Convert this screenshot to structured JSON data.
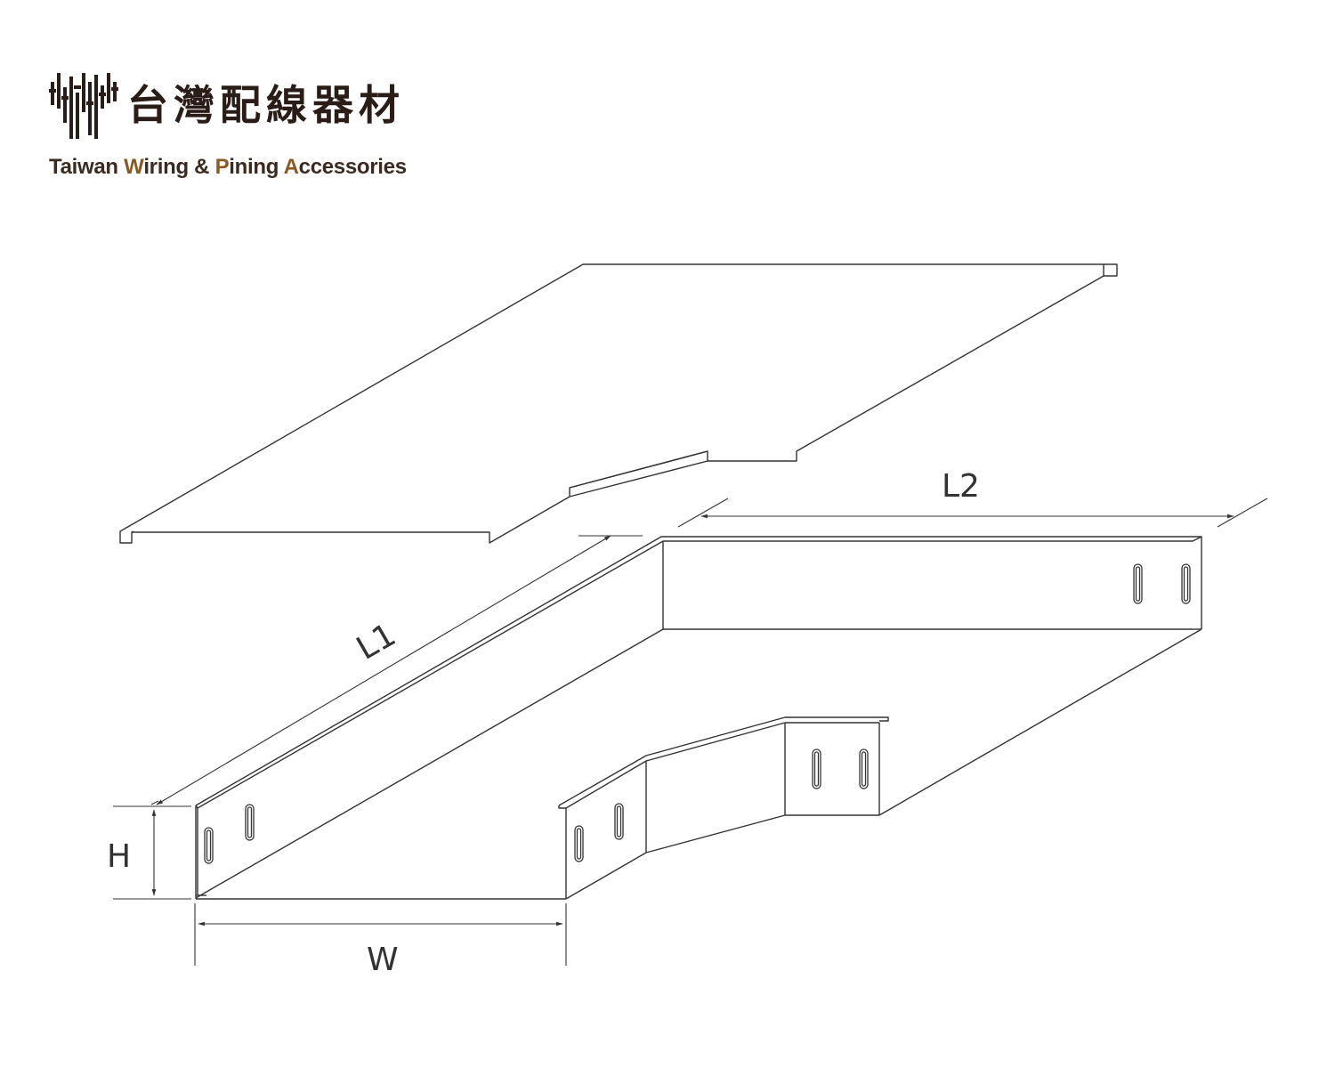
{
  "logo": {
    "name_cn": "台灣配線器材",
    "name_en": {
      "word1_initial": "T",
      "word1_rest": "aiwan ",
      "word2_initial": "W",
      "word2_rest": "iring & ",
      "word3_initial": "P",
      "word3_rest": "ining ",
      "word4_initial": "A",
      "word4_rest": "ccessories"
    },
    "brand_color": "#2a1c16",
    "accent_color": "#8a5a24"
  },
  "diagram": {
    "labels": {
      "l1": "L1",
      "l2": "L2",
      "h": "H",
      "w": "W"
    },
    "line_color": "#333333"
  }
}
